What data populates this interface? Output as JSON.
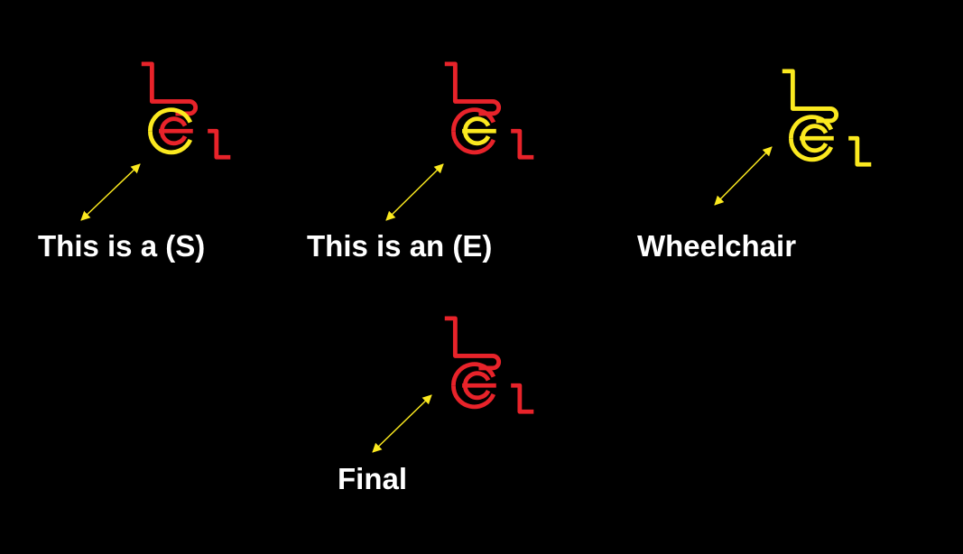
{
  "colors": {
    "background": "#000000",
    "red": "#e8232a",
    "yellow": "#fbe91f",
    "label_text": "#ffffff",
    "arrow": "#fbe91f"
  },
  "panels": [
    {
      "label": "This is a (S)",
      "icon": "wheelchair-icon",
      "frame_color": "red",
      "wheel_top_color": "yellow",
      "wheel_bottom_color": "yellow",
      "e_color": "red"
    },
    {
      "label": "This is an (E)",
      "icon": "wheelchair-icon",
      "frame_color": "red",
      "wheel_top_color": "red",
      "wheel_bottom_color": "red",
      "e_color": "yellow"
    },
    {
      "label": "Wheelchair",
      "icon": "wheelchair-icon",
      "frame_color": "yellow",
      "wheel_top_color": "yellow",
      "wheel_bottom_color": "yellow",
      "e_color": "yellow"
    },
    {
      "label": "Final",
      "icon": "wheelchair-icon",
      "frame_color": "red",
      "wheel_top_color": "red",
      "wheel_bottom_color": "red",
      "e_color": "red"
    }
  ]
}
